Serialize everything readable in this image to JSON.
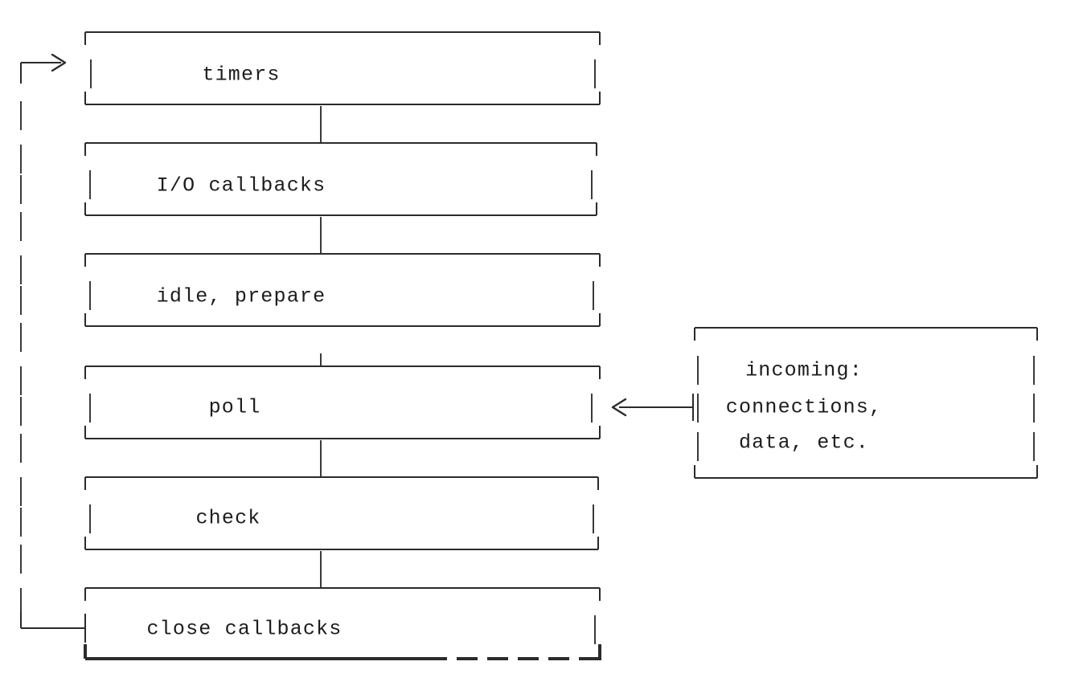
{
  "diagram": {
    "title": "Node.js event loop phases",
    "type": "ascii-art-flow-diagram",
    "background_color": "#ffffff",
    "line_color": "#2b2b2b",
    "text_color": "#1c1c1c",
    "phases": [
      {
        "id": "timers",
        "label": "timers"
      },
      {
        "id": "io-callbacks",
        "label": "I/O callbacks"
      },
      {
        "id": "idle-prepare",
        "label": "idle, prepare"
      },
      {
        "id": "poll",
        "label": "poll"
      },
      {
        "id": "check",
        "label": "check"
      },
      {
        "id": "close-callbacks",
        "label": "close callbacks"
      }
    ],
    "side_box": {
      "id": "incoming",
      "lines": [
        "incoming:",
        "connections,",
        "data, etc."
      ]
    },
    "connectors": {
      "loop_entry_arrow": "--->",
      "incoming_arrow": "<---"
    }
  }
}
